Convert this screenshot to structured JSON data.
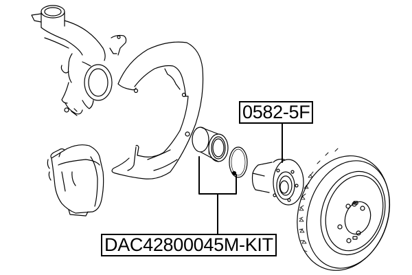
{
  "diagram": {
    "type": "exploded-parts-view",
    "parts": [
      {
        "id": "steering-knuckle",
        "name": "Steering knuckle"
      },
      {
        "id": "brake-caliper",
        "name": "Brake caliper"
      },
      {
        "id": "dust-shield",
        "name": "Brake dust shield"
      },
      {
        "id": "wheel-bearing",
        "name": "Wheel bearing"
      },
      {
        "id": "snap-ring",
        "name": "Retaining snap ring"
      },
      {
        "id": "wheel-hub",
        "name": "Wheel hub"
      },
      {
        "id": "brake-disc",
        "name": "Ventilated brake disc"
      }
    ],
    "labels": {
      "hub": "0582-5F",
      "bearing_kit": "DAC42800045M-KIT"
    },
    "colors": {
      "line": "#000000",
      "background": "#ffffff"
    }
  }
}
